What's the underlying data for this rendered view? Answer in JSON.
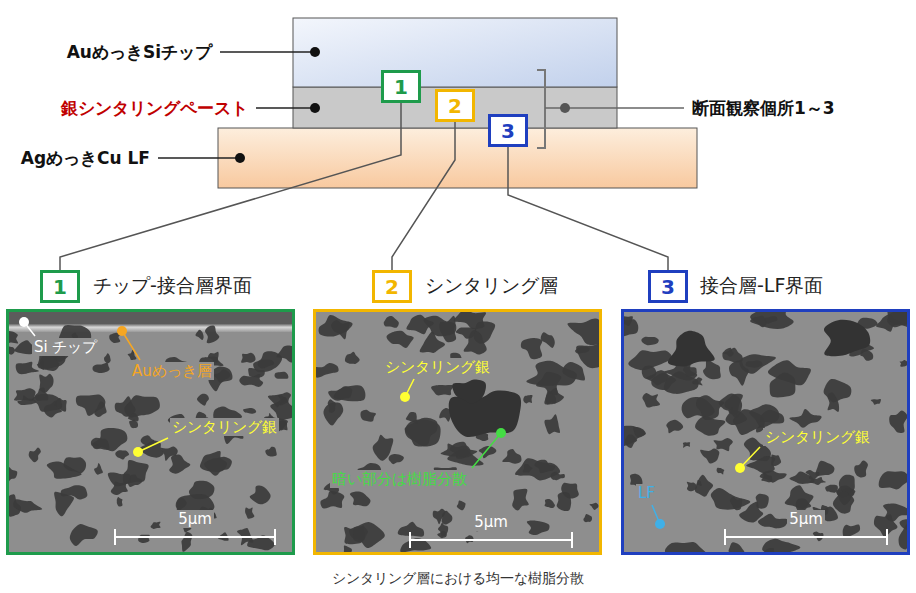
{
  "diagram": {
    "caption": "シンタリング層における均一な樹脂分散",
    "nodes": [
      {
        "text": [
          "1"
        ]
      },
      {
        "text": [
          "2"
        ]
      },
      {
        "text": [
          "3"
        ]
      },
      {
        "text": [
          "1"
        ]
      },
      {
        "text": [
          "チップ-接合層界面",
          "Si チップ",
          "Auめっき層",
          "シンタリング銀",
          "5μm"
        ]
      },
      {
        "text": [
          "2"
        ]
      },
      {
        "text": [
          "シンタリング層",
          "シンタリング銀",
          "暗い部分は樹脂分散",
          "5μm"
        ]
      },
      {
        "text": [
          "3"
        ]
      },
      {
        "text": [
          "接合層-LF界面",
          "シンタリング銀",
          "LF",
          "5μm"
        ]
      }
    ],
    "edges": [
      {
        "from": 0,
        "to": 3,
        "arrow": "none"
      },
      {
        "from": 1,
        "to": 5,
        "arrow": "none"
      },
      {
        "from": 2,
        "to": 7,
        "arrow": "none"
      }
    ],
    "labels": [
      "AuめっきSiチップ",
      "銀シンタリングペースト",
      "AgめっきCu LF",
      "断面観察個所1～3"
    ]
  }
}
